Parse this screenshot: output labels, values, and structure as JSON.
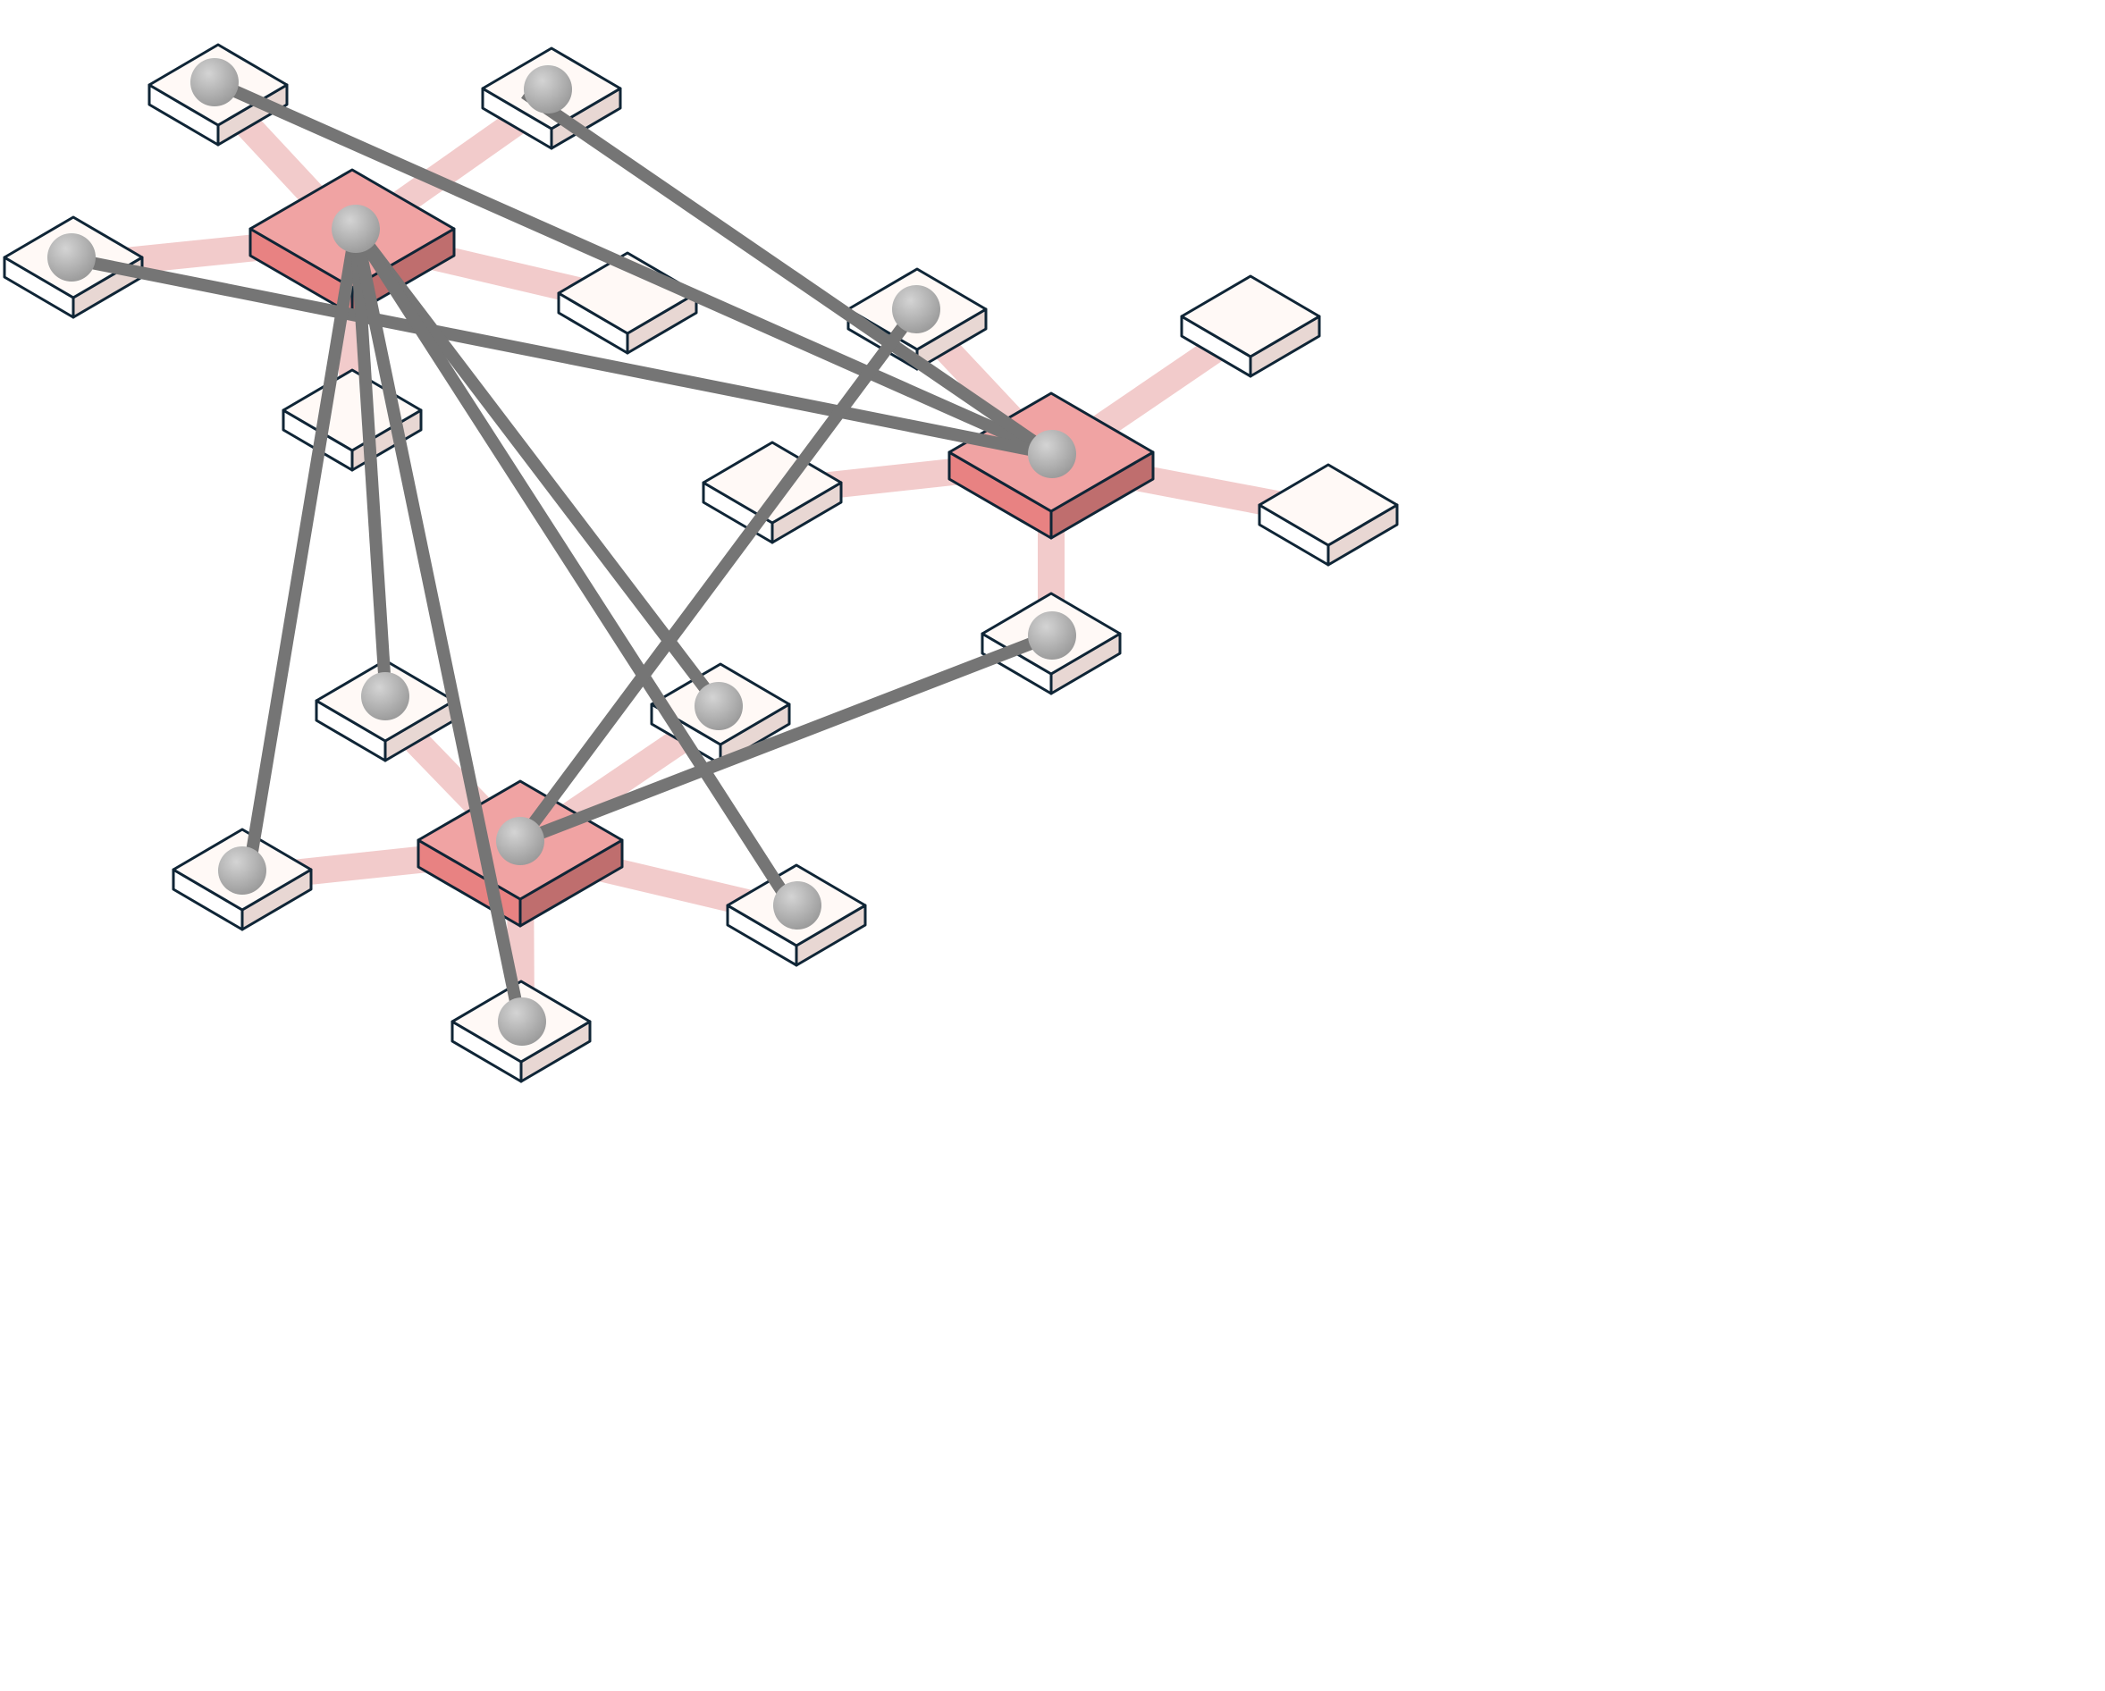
{
  "colors": {
    "background": "#ffffff",
    "network_link": "#f2cbcb",
    "hub_top": "#f0a3a3",
    "hub_left": "#e88282",
    "hub_right": "#bf6e6e",
    "node_top": "#fff9f6",
    "node_left": "#ffffff",
    "node_right": "#e8d7d3",
    "outline": "#0f2536",
    "edge_line": "#757575",
    "ball": "#9b9b9b",
    "ball_highlight": "#d4d4d4"
  },
  "diagram": {
    "type": "isometric-network-graph",
    "hub_count": 3,
    "node_count": 19,
    "connection_count": 11
  }
}
